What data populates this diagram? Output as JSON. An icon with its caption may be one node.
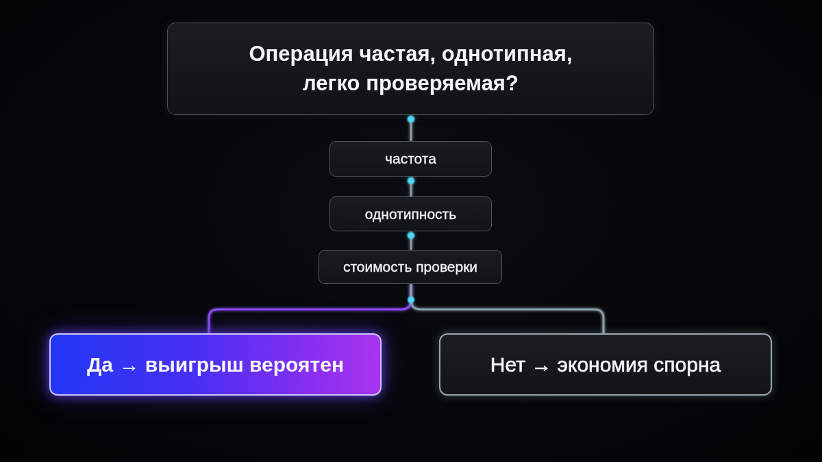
{
  "diagram": {
    "nodes": [
      {
        "text": [
          "Операция частая, однотипная, легко проверяемая?"
        ]
      },
      {
        "text": [
          "частота"
        ]
      },
      {
        "text": [
          "однотипность"
        ]
      },
      {
        "text": [
          "стоимость проверки"
        ]
      },
      {
        "text": [
          "Да → выигрыш вероятен"
        ]
      },
      {
        "text": [
          "Нет → экономия спорна"
        ]
      }
    ],
    "edges": [
      {
        "from": 0,
        "to": 1,
        "arrow": "other"
      },
      {
        "from": 1,
        "to": 2,
        "arrow": "other"
      },
      {
        "from": 2,
        "to": 3,
        "arrow": "other"
      },
      {
        "from": 3,
        "to": 4,
        "arrow": "none",
        "color": "#8b4cf6"
      },
      {
        "from": 3,
        "to": 5,
        "arrow": "none"
      }
    ]
  }
}
